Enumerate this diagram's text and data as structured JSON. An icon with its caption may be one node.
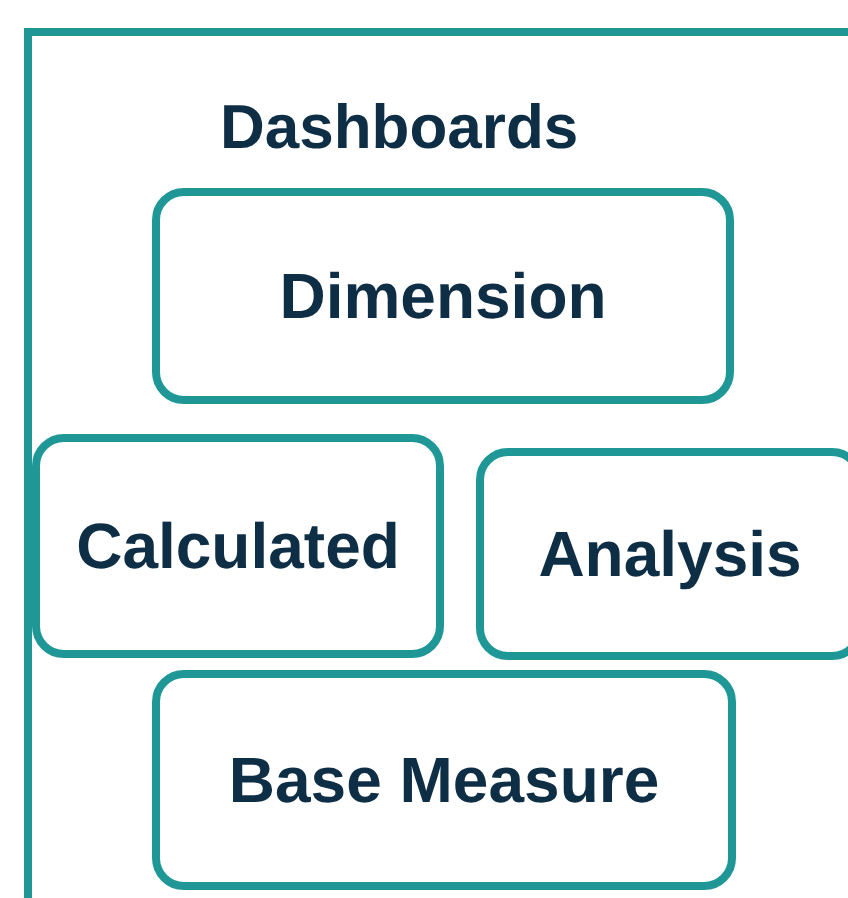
{
  "diagram": {
    "nodes": [
      {
        "text": [
          "Dashboards"
        ]
      },
      {
        "text": [
          "Dimension"
        ],
        "in": 0
      },
      {
        "text": [
          "Calculated"
        ],
        "in": 0
      },
      {
        "text": [
          "Analysis"
        ],
        "in": 0
      },
      {
        "text": [
          "Base Measure"
        ],
        "in": 0
      }
    ]
  }
}
